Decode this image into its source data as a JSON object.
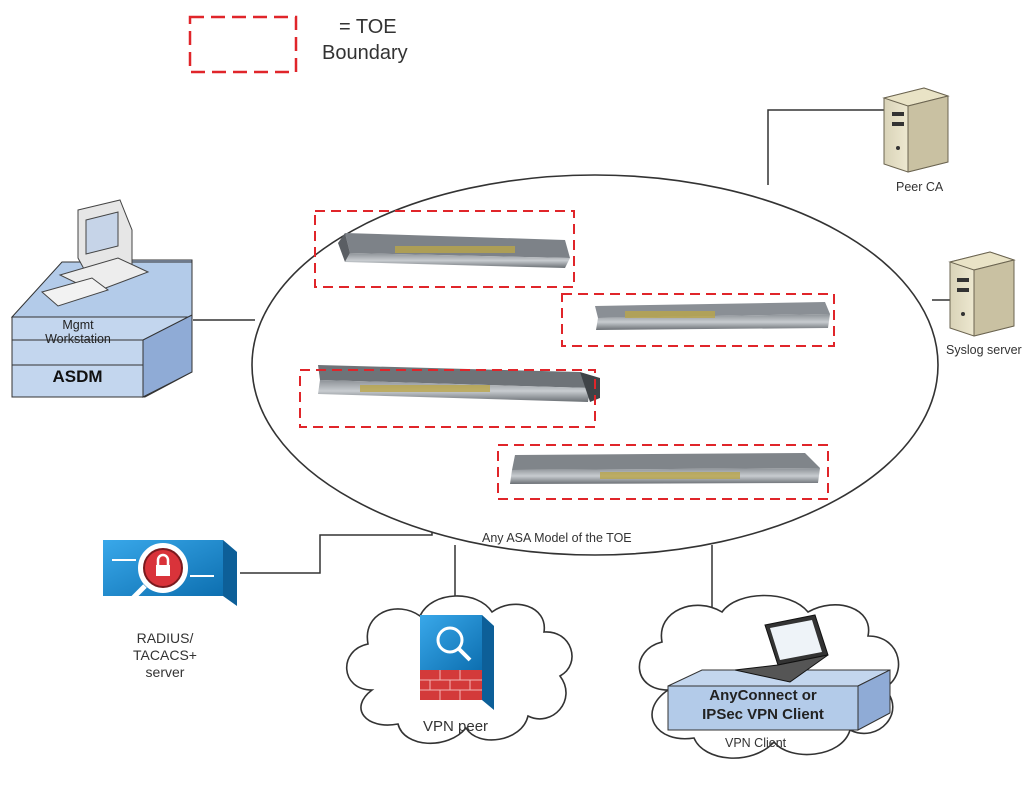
{
  "legend": {
    "symbol": "dashed-red-rectangle",
    "text_line1": "= TOE",
    "text_line2": "Boundary",
    "color": "#e0252a"
  },
  "toe_cloud_label": "Any ASA Model of the TOE",
  "nodes": {
    "workstation": {
      "line1": "Mgmt",
      "line2": "Workstation",
      "asdm": "ASDM"
    },
    "peer_ca": {
      "label": "Peer CA"
    },
    "syslog": {
      "label": "Syslog server"
    },
    "radius": {
      "line1": "RADIUS/",
      "line2": "TACACS+",
      "line3": "server"
    },
    "vpn_peer": {
      "label": "VPN peer"
    },
    "vpn_client": {
      "box_line1": "AnyConnect or",
      "box_line2": "IPSec VPN Client",
      "label": "VPN Client"
    }
  },
  "colors": {
    "boundary": "#e0252a",
    "cisco_blue": "#1a8fd6",
    "box_blue": "#c3d6ee",
    "line": "#333333"
  },
  "icons": [
    "firewall-appliance-icon",
    "server-tower-icon",
    "desktop-computer-icon",
    "lock-magnifier-icon",
    "vpn-device-icon",
    "laptop-icon",
    "cloud-icon"
  ]
}
